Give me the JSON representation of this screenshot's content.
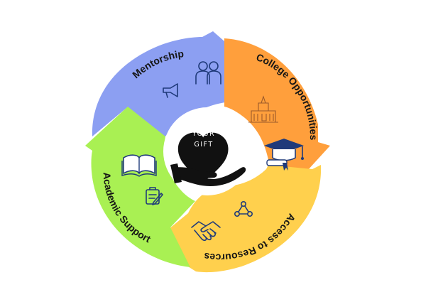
{
  "center": {
    "line1": "YOUR",
    "line2": "GIFT"
  },
  "segments": [
    {
      "label": "Mentorship",
      "color": "#8c9ff2",
      "icons": [
        "mentors-icon",
        "megaphone-icon"
      ]
    },
    {
      "label": "College Opportunities",
      "color": "#ff9f3c",
      "icons": [
        "college-building-icon",
        "graduation-cap-icon"
      ]
    },
    {
      "label": "Access to Resources",
      "color": "#ffd04d",
      "icons": [
        "network-icon",
        "handshake-icon"
      ]
    },
    {
      "label": "Academic Support",
      "color": "#a9f053",
      "icons": [
        "open-book-icon",
        "clipboard-icon"
      ]
    }
  ],
  "colors": {
    "heart": "#111111",
    "hand": "#111111",
    "background": "#ffffff"
  }
}
